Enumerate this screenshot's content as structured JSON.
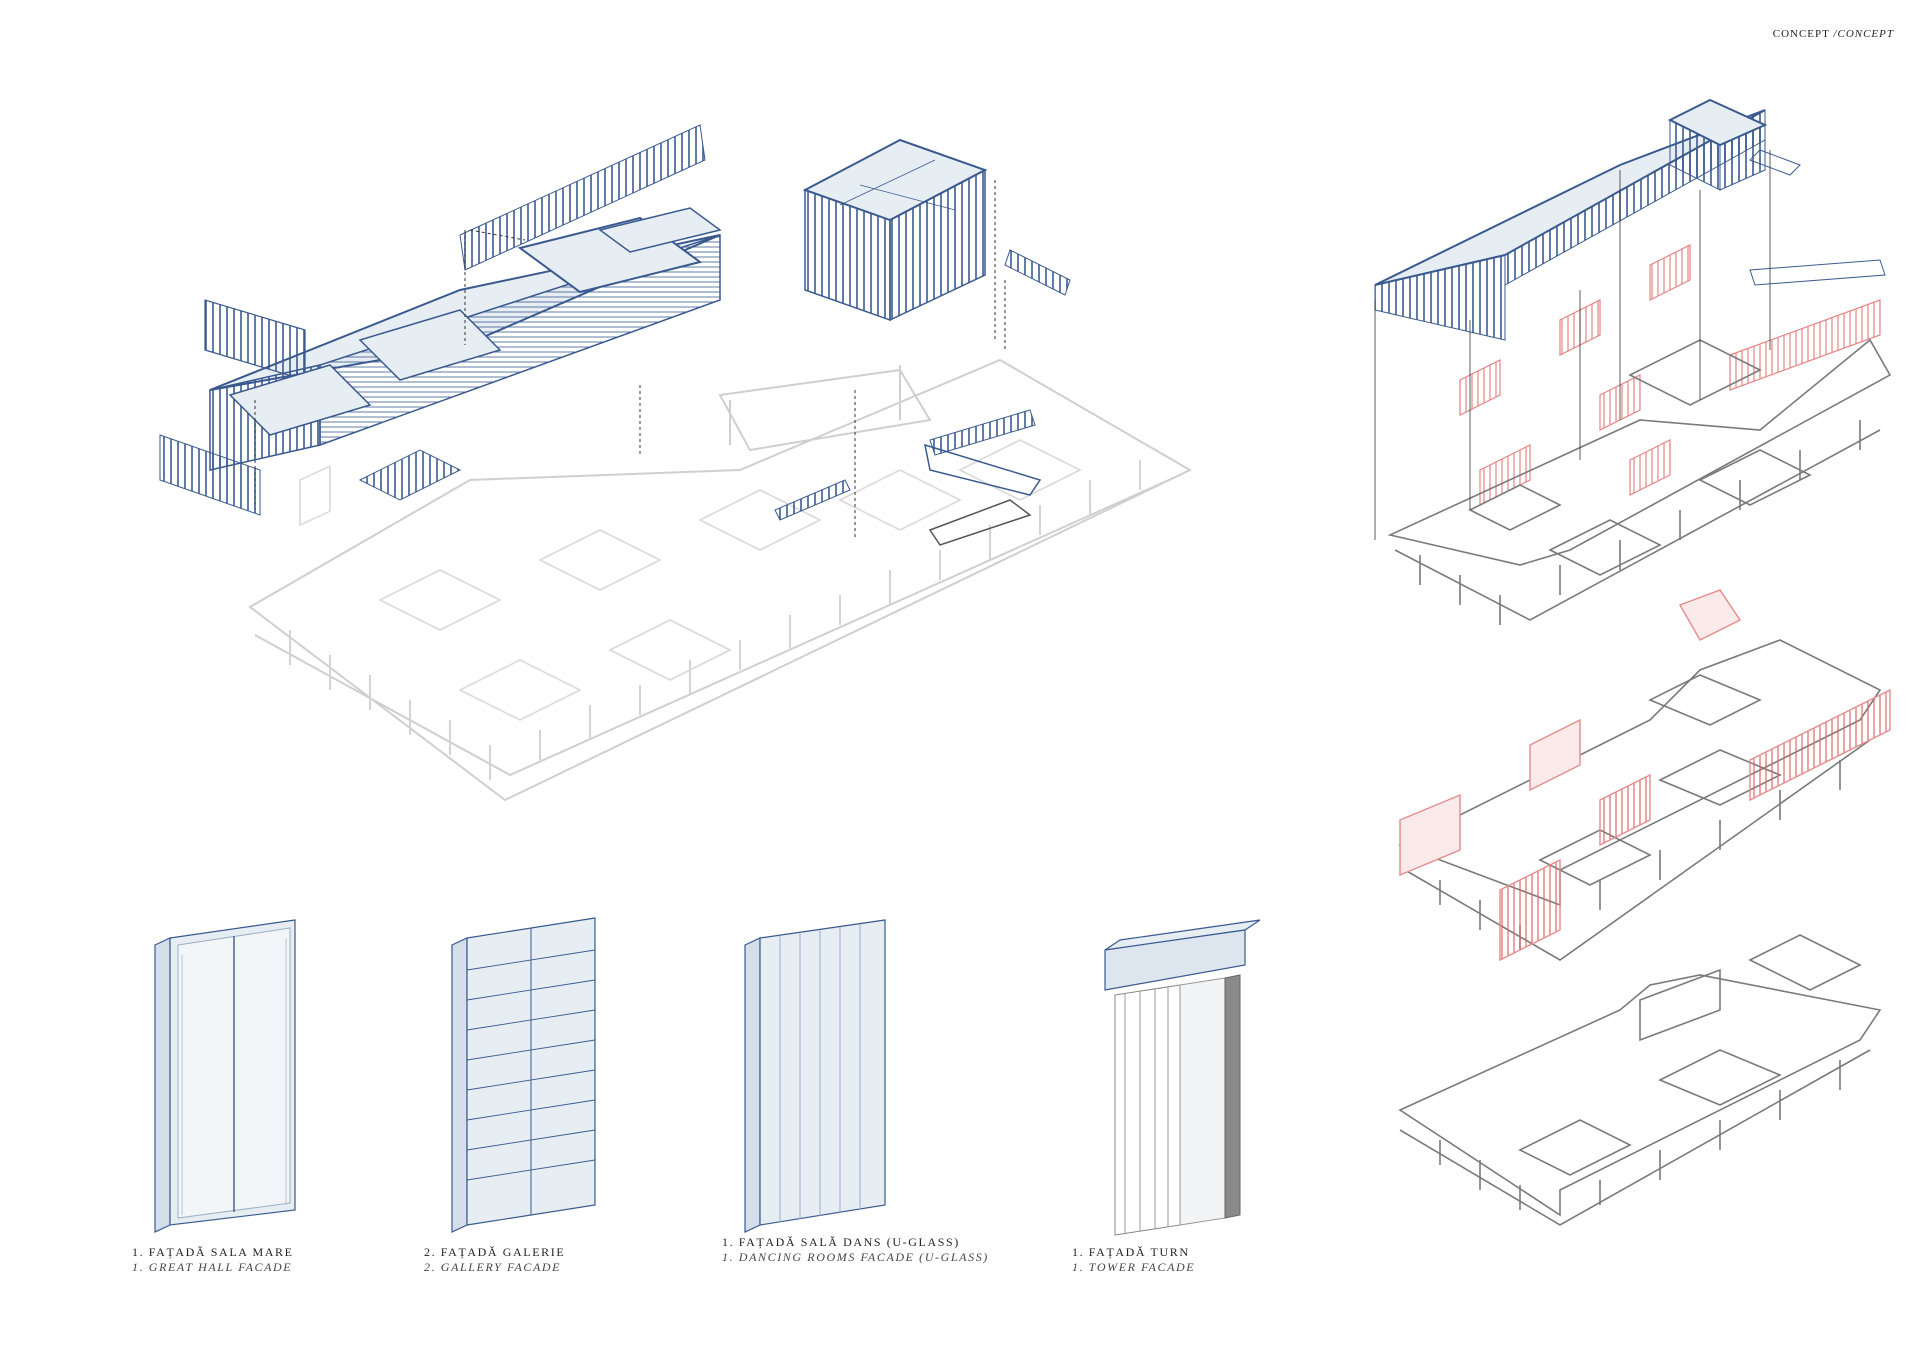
{
  "header": {
    "title": "CONCEPT",
    "subtitle": "/CONCEPT"
  },
  "captions": [
    {
      "ro": "1. FAȚADĂ SALA MARE",
      "en": "1. GREAT HALL FACADE"
    },
    {
      "ro": "2. FAȚADĂ GALERIE",
      "en": "2. GALLERY FACADE"
    },
    {
      "ro": "1. FAȚADĂ SALĂ DANS (U-GLASS)",
      "en": "1. DANCING ROOMS FACADE (U-GLASS)"
    },
    {
      "ro": "1. FAȚADĂ TURN",
      "en": "1. TOWER FACADE"
    }
  ],
  "colors": {
    "facade_blue": "#3a5a8f",
    "glass_fill": "#e6edf3",
    "structure_gray": "#cfcfcf",
    "structure_dark": "#7a7a7a",
    "highlight_red": "#e58a8a"
  },
  "icons": [
    "exploded-axonometric-main",
    "axonometric-stack",
    "facade-panel"
  ]
}
